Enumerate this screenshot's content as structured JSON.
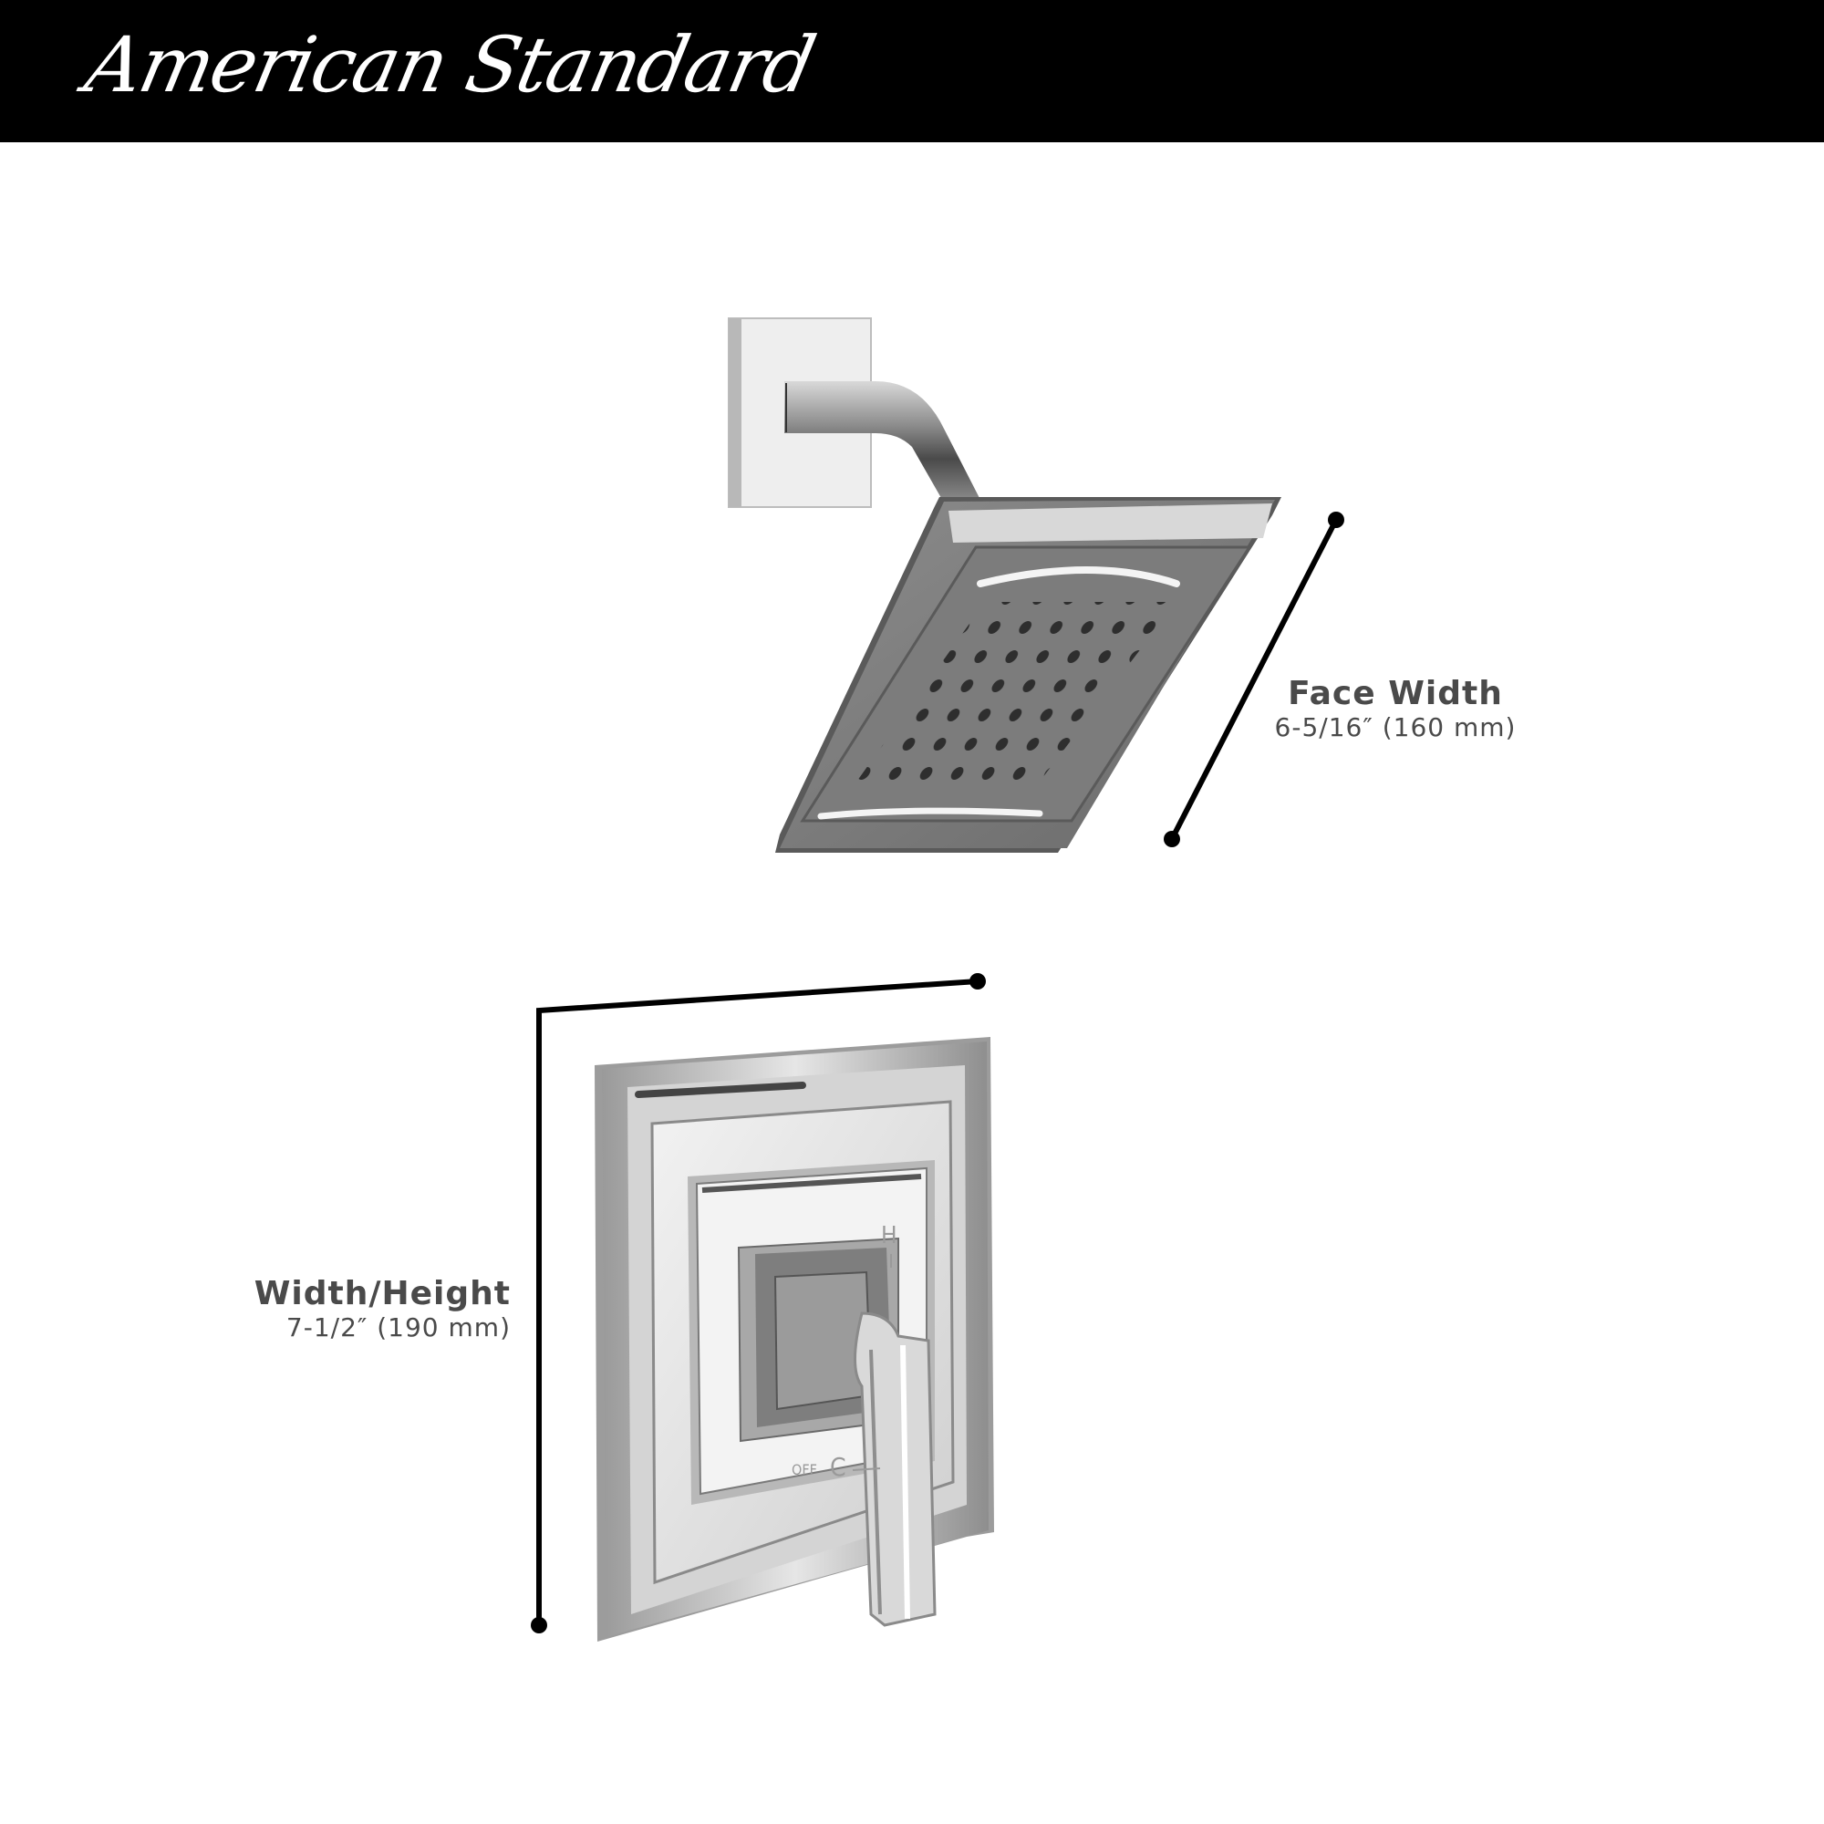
{
  "header": {
    "brand_logo": "American Standard",
    "background": "#000000",
    "logo_color": "#ffffff"
  },
  "products": {
    "shower_head": {
      "dimension": {
        "title": "Face Width",
        "value": "6-5/16″ (160 mm)"
      }
    },
    "valve_trim": {
      "dimension": {
        "title": "Width/Height",
        "value": "7-1/2″ (190 mm)"
      },
      "markings": {
        "hot": "H",
        "cold": "C",
        "off": "OFF"
      }
    }
  },
  "colors": {
    "label_text": "#4a4a4a",
    "dimension_line": "#000000",
    "chrome_dark": "#6e6e6e",
    "chrome_light": "#e8e8e8"
  }
}
